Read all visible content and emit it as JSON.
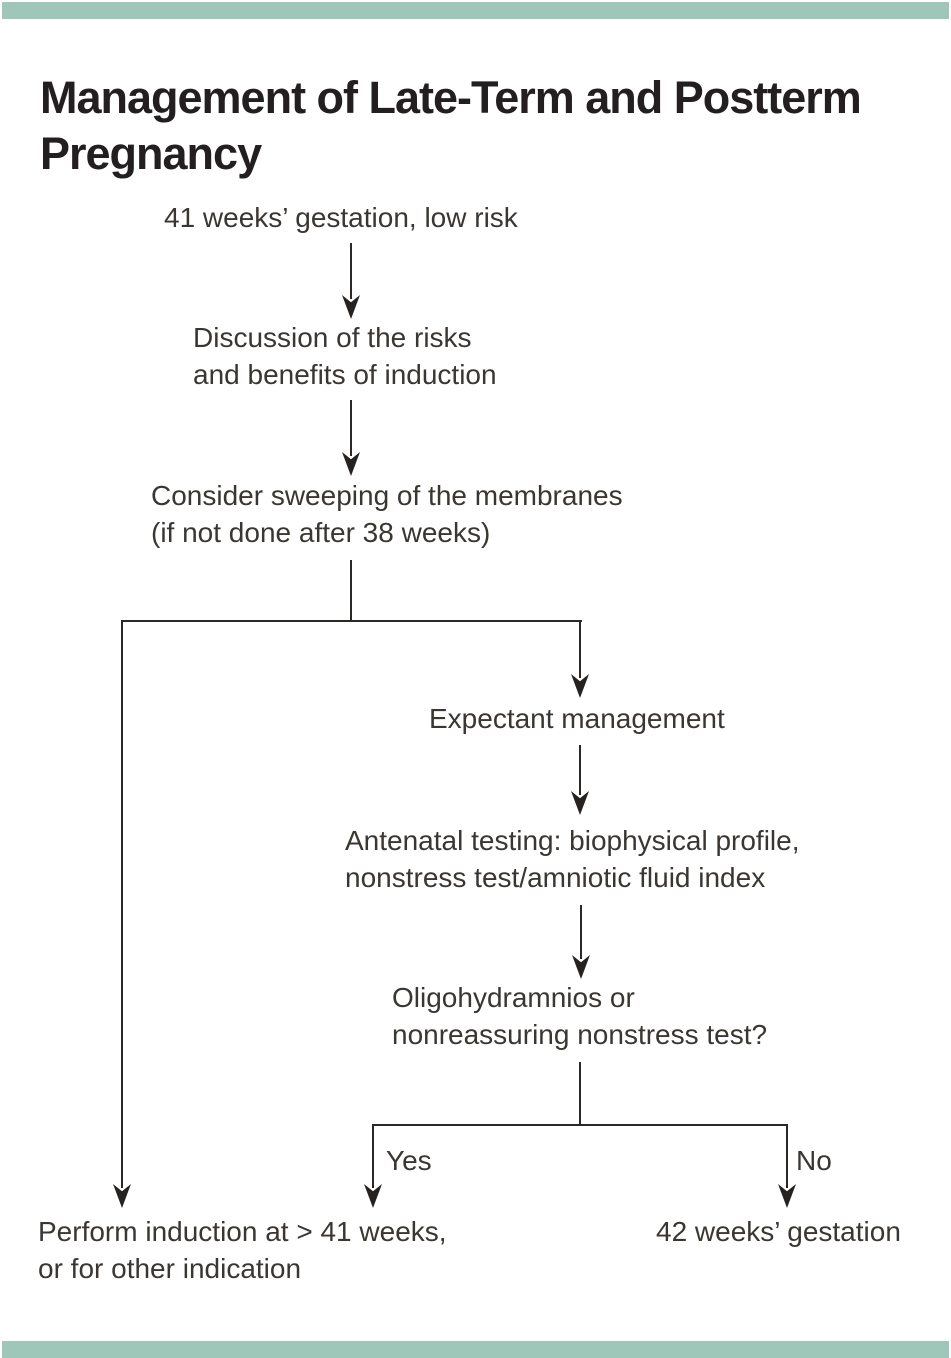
{
  "figure": {
    "title": "Management of Late-Term and Postterm Pregnancy",
    "accent_color": "#9ec7ba",
    "line_color": "#2b2826",
    "text_color": "#3a3632",
    "title_color": "#231f20"
  },
  "flowchart": {
    "nodes": {
      "start": "41 weeks’ gestation, low risk",
      "discussion": "Discussion of the risks\nand benefits of induction",
      "sweeping": "Consider sweeping of the membranes\n(if not done after 38 weeks)",
      "expectant": "Expectant management",
      "testing": "Antenatal testing: biophysical profile,\nnonstress test/amniotic fluid index",
      "question": "Oligohydramnios or\nnonreassuring nonstress test?",
      "induction": "Perform induction at > 41 weeks,\nor for other indication",
      "fortytwo_weeks": "42 weeks’ gestation"
    },
    "edge_labels": {
      "yes": "Yes",
      "no": "No"
    }
  }
}
